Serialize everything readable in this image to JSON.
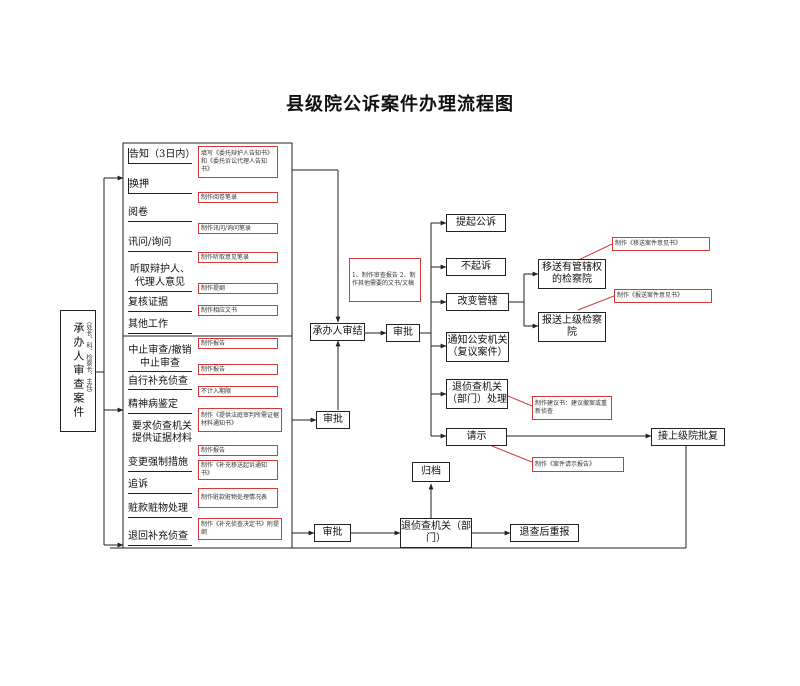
{
  "title": "县级院公诉案件办理流程图",
  "left_box": {
    "text": "承办人审查案件",
    "note": "（处长、科、检察长、主任）"
  },
  "steps_upper": [
    {
      "label": "告知（3日内）",
      "note": "填写《委托辩护人告知书》和《委托诉讼代理人告知书》"
    },
    {
      "label": "换押",
      "note": ""
    },
    {
      "label": "阅卷",
      "note": "制作阅卷笔录"
    },
    {
      "label": "讯问/询问",
      "note": "制作讯问/询问笔录"
    },
    {
      "label": "听取辩护人、代理人意见",
      "note": "制作听取意见笔录"
    },
    {
      "label": "复核证据",
      "note": "制作提纲"
    },
    {
      "label": "其他工作",
      "note": "制作相应文书"
    }
  ],
  "steps_lower": [
    {
      "label": "中止审查/撤销中止审查",
      "note": "制作报告"
    },
    {
      "label": "自行补充侦查",
      "note": "制作报告"
    },
    {
      "label": "精神病鉴定",
      "note": "不计入期限"
    },
    {
      "label": "要求侦查机关提供证据材料",
      "note": "制作《提供法庭审判所需证据材料通知书》"
    },
    {
      "label": "变更强制措施",
      "note": "制作报告"
    },
    {
      "label": "追诉",
      "note": "制作《补充移送起诉通知书》"
    },
    {
      "label": "赃款赃物处理",
      "note": "制作赃款赃物处理情况表"
    },
    {
      "label": "退回补充侦查",
      "note": "制作《补充侦查决定书》附提纲"
    }
  ],
  "conclude": {
    "label": "承办人审结",
    "note": "1、制作审查报告 2、制作其他需要的文书/文稿"
  },
  "approve": "审批",
  "approve_mid": "审批",
  "approve_bottom": "审批",
  "outcomes": [
    {
      "label": "提起公诉",
      "note": ""
    },
    {
      "label": "不起诉",
      "note": ""
    },
    {
      "label": "改变管辖",
      "note": ""
    },
    {
      "label": "通知公安机关（复议案件）",
      "note": ""
    },
    {
      "label": "退侦查机关（部门）处理",
      "note": "制作建议书：建议撤案或重新侦查"
    },
    {
      "label": "请示",
      "note": "制作《案件请示报告》"
    }
  ],
  "transfer": [
    {
      "label": "移送有管辖权的检察院",
      "note": "制作《移送案件意见书》"
    },
    {
      "label": "报送上级检察院",
      "note": "制作《报送案件意见书》"
    }
  ],
  "superior": "接上级院批复",
  "archive": "归档",
  "return_agency": "退侦查机关（部门）",
  "resubmit": "退查后重报"
}
